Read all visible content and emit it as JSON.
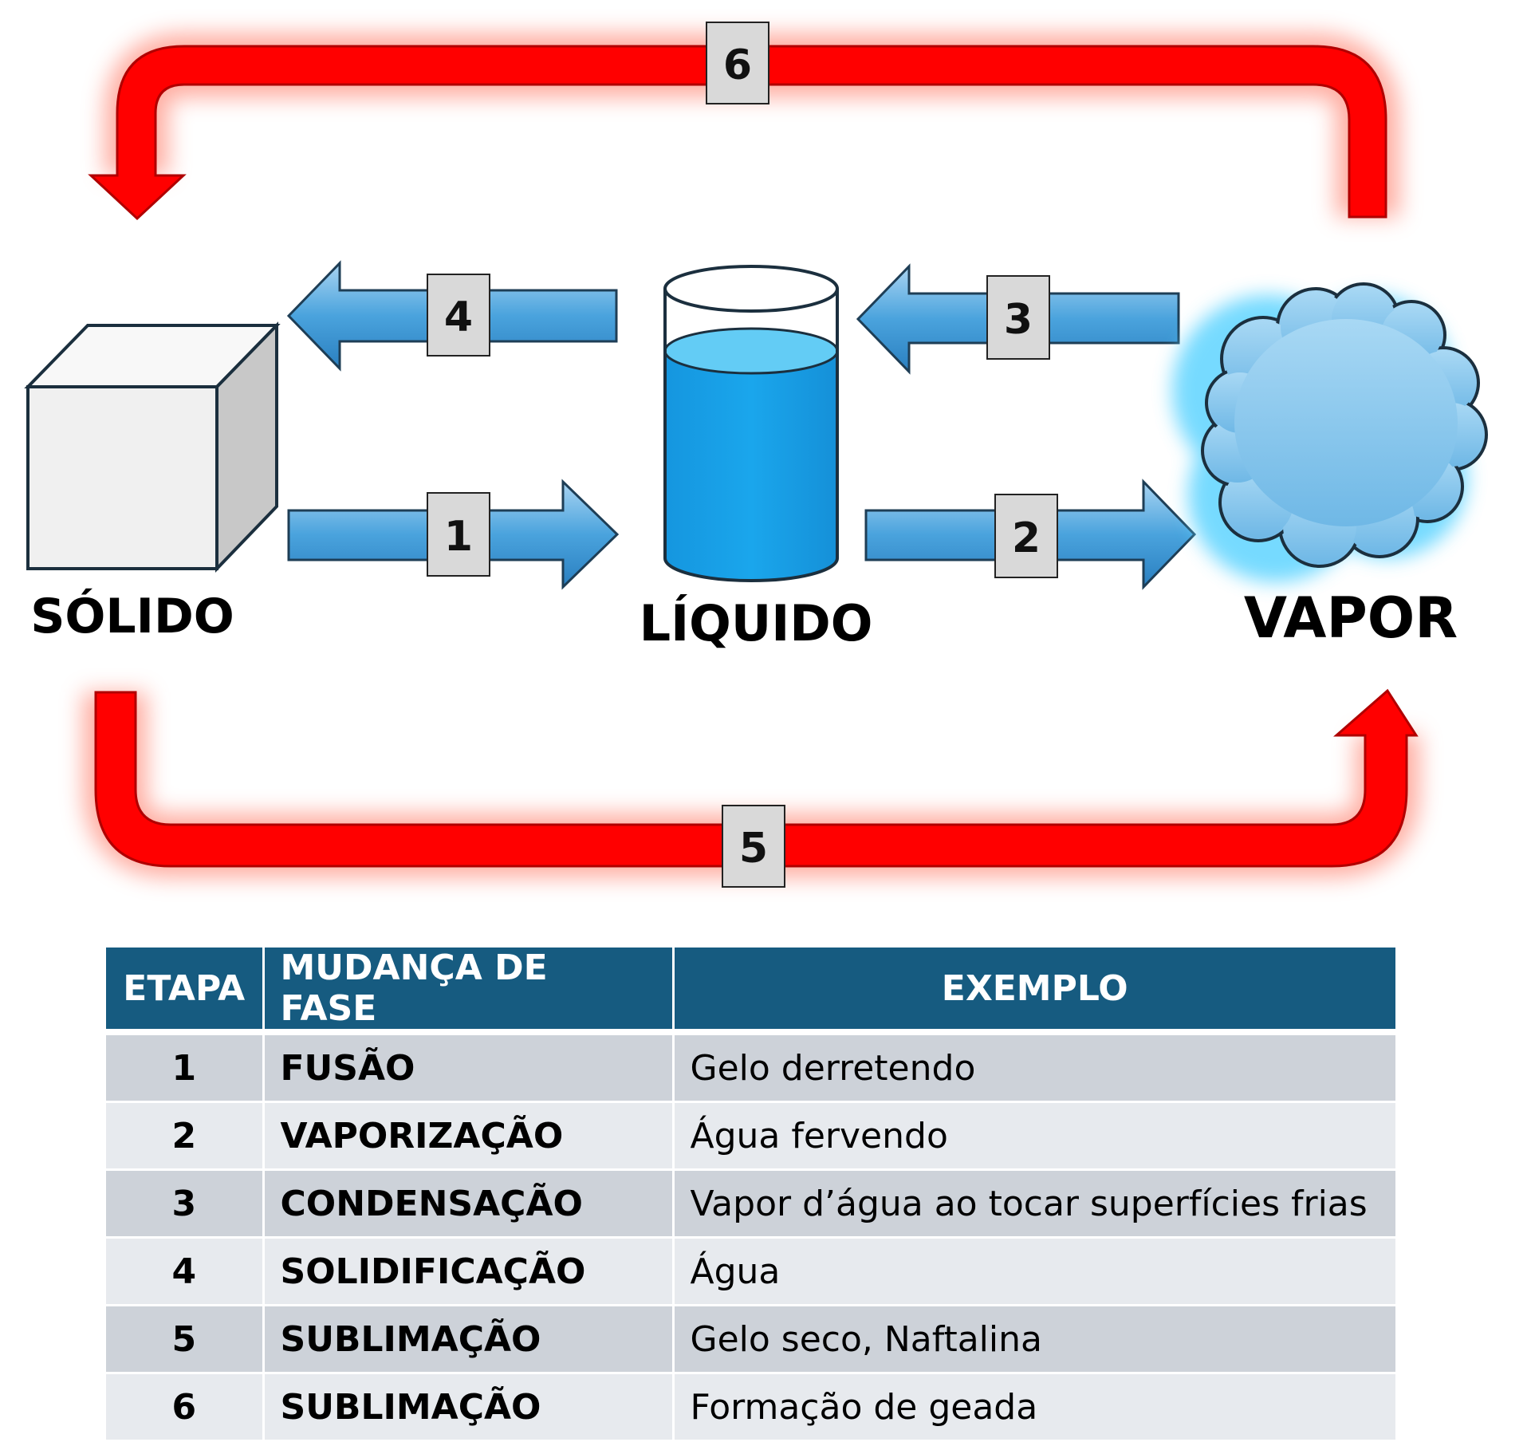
{
  "states": {
    "solid": "SÓLIDO",
    "liquid": "LÍQUIDO",
    "vapor": "VAPOR"
  },
  "steps": [
    "1",
    "2",
    "3",
    "4",
    "5",
    "6"
  ],
  "colors": {
    "blue_arrow": "#3a95d2",
    "red_arrow": "#ff0000",
    "water": "#1aa3e8",
    "cloud": "#8dcaf0",
    "table_header": "#165b80",
    "row_dark": "#cdd2d9",
    "row_light": "#e7eaee"
  },
  "table": {
    "headers": {
      "step": "ETAPA",
      "change": "MUDANÇA DE FASE",
      "example": "EXEMPLO"
    },
    "rows": [
      {
        "step": "1",
        "change": "FUSÃO",
        "example": "Gelo derretendo"
      },
      {
        "step": "2",
        "change": "VAPORIZAÇÃO",
        "example": "Água fervendo"
      },
      {
        "step": "3",
        "change": "CONDENSAÇÃO",
        "example": "Vapor d’água ao tocar superfícies frias"
      },
      {
        "step": "4",
        "change": "SOLIDIFICAÇÃO",
        "example": "Água"
      },
      {
        "step": "5",
        "change": "SUBLIMAÇÃO",
        "example": "Gelo seco, Naftalina"
      },
      {
        "step": "6",
        "change": "SUBLIMAÇÃO",
        "example": "Formação de geada"
      }
    ]
  }
}
